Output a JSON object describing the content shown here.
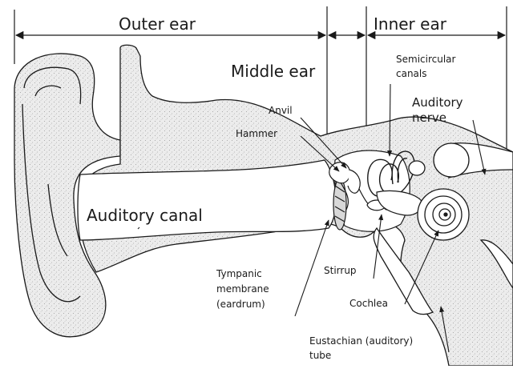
{
  "regions": {
    "outer_ear": "Outer ear",
    "middle_ear": "Middle ear",
    "inner_ear": "Inner ear"
  },
  "parts": {
    "semicircular_line1": "Semicircular",
    "semicircular_line2": "canals",
    "anvil": "Anvil",
    "hammer": "Hammer",
    "auditory_nerve_line1": "Auditory",
    "auditory_nerve_line2": "nerve",
    "auditory_canal": "Auditory canal",
    "tympanic_line1": "Tympanic",
    "tympanic_line2": "membrane",
    "tympanic_line3": "(eardrum)",
    "stirrup": "Stirrup",
    "cochlea": "Cochlea",
    "eustachian_line1": "Eustachian (auditory)",
    "eustachian_line2": "tube"
  },
  "colors": {
    "line": "#1a1a1a",
    "tissue_fill": "#e6e6e6",
    "tissue_dots": "#9a9a9a"
  }
}
